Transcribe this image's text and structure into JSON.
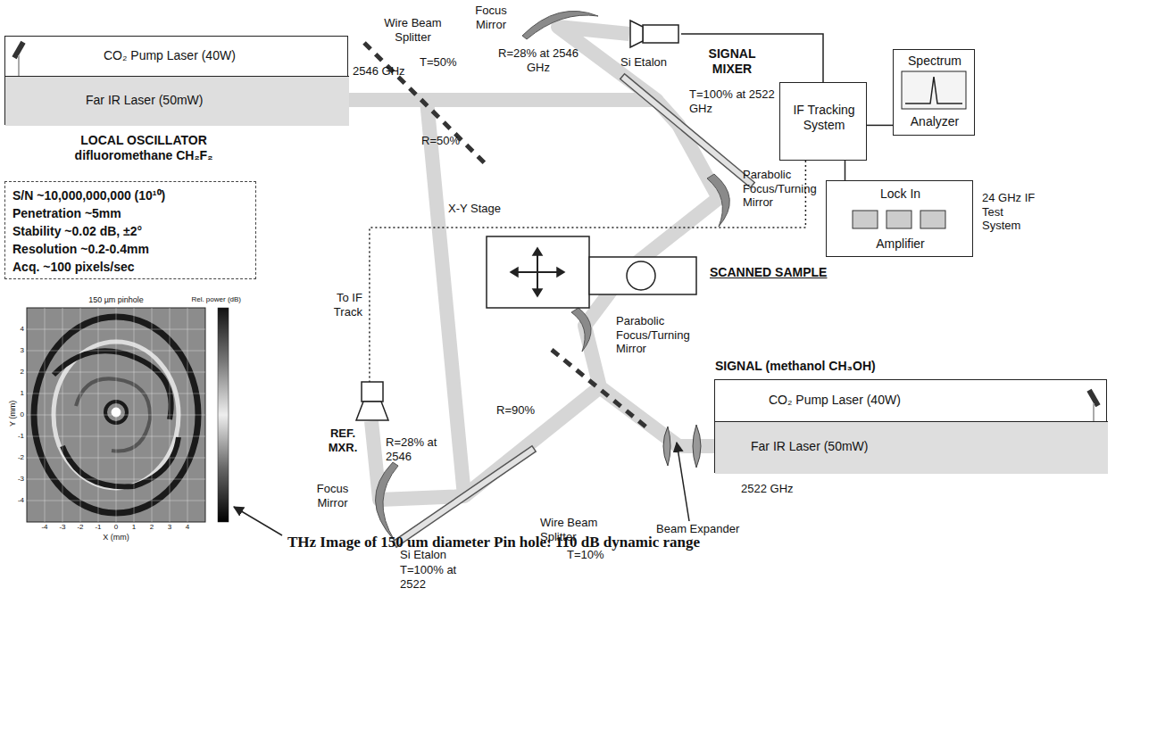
{
  "diagram": {
    "nodes": [
      {
        "text": [
          "LOCAL OSCILLATOR difluoromethane CH₂F₂"
        ]
      },
      {
        "text": [
          "CO₂ Pump Laser (40W)"
        ],
        "in": 0
      },
      {
        "text": [
          "Far IR Laser (50mW)"
        ],
        "in": 0
      },
      {
        "text": [
          "SIGNAL MIXER"
        ]
      },
      {
        "text": [
          "IF Tracking System"
        ]
      },
      {
        "text": [
          "Spectrum",
          "Analyzer"
        ]
      },
      {
        "text": [
          "S/N ~10,000,000,000 (10¹⁰)",
          "Penetration ~5mm",
          "Stability ~0.02 dB, ±2°",
          "Resolution ~0.2-0.4mm",
          "Acq. ~100 pixels/sec"
        ]
      },
      {
        "text": [
          "Lock In",
          "Amplifier"
        ]
      },
      {
        "text": [
          "SCANNED SAMPLE"
        ]
      },
      {
        "text": [
          "SIGNAL (methanol CH₃OH)"
        ]
      },
      {
        "text": [
          "CO₂ Pump Laser (40W)"
        ],
        "in": 9
      },
      {
        "text": [
          "Far IR Laser (50mW)"
        ],
        "in": 9
      },
      {
        "text": [
          "REF. MXR."
        ]
      }
    ],
    "edges": [
      {
        "from": 3,
        "to": 4,
        "arrow": "none"
      },
      {
        "from": 4,
        "to": 5,
        "arrow": "none"
      },
      {
        "from": 4,
        "to": 7,
        "arrow": "none"
      },
      {
        "from": 4,
        "to": 12,
        "arrow": "none",
        "label": "To IF Track"
      }
    ],
    "labels": [
      "Focus Mirror",
      "Wire Beam Splitter",
      "T=50%",
      "R=28% at 2546 GHz",
      "Si Etalon",
      "2546 GHz",
      "T=100% at 2522 GHz",
      "R=50%",
      "Parabolic Focus/Turning Mirror",
      "X-Y Stage",
      "24 GHz IF Test System",
      "Parabolic Focus/Turning Mirror",
      "R=28% at 2546",
      "Focus Mirror",
      "Si Etalon",
      "T=100% at 2522",
      "R=90%",
      "Wire Beam Splitter",
      "T=10%",
      "Beam Expander",
      "2522 GHz",
      "150 µm pinhole",
      "Rel. power (dB)",
      "Y (mm)",
      "X (mm)",
      "-4",
      "-3",
      "-2",
      "-1",
      "0",
      "1",
      "2",
      "3",
      "4",
      "4",
      "3",
      "2",
      "1",
      "0",
      "-1",
      "-2",
      "-3",
      "-4"
    ],
    "caption": "THz Image of 150 um diameter Pin hole: 110 dB dynamic range"
  }
}
